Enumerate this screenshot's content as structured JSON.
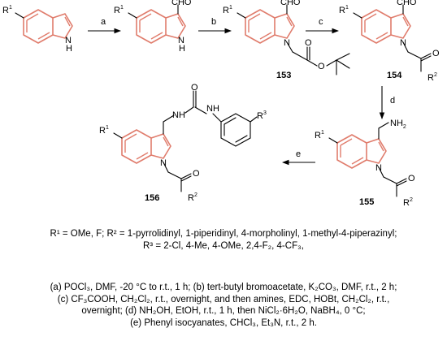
{
  "scheme": {
    "steps": [
      "a",
      "b",
      "c",
      "d",
      "e"
    ],
    "compounds": [
      "153",
      "154",
      "155",
      "156"
    ],
    "atoms": {
      "r1": "R",
      "r1_sup": "1",
      "r2": "R",
      "r2_sup": "2",
      "r3": "R",
      "r3_sup": "3",
      "nh": "N",
      "h": "H",
      "cho": "CHO",
      "n": "N",
      "o": "O",
      "nh2": "NH",
      "nh2_sub": "2",
      "nh_amide": "NH"
    }
  },
  "substituents": [
    "R¹ = OMe, F; R² = 1-pyrrolidinyl, 1-piperidinyl, 4-morpholinyl, 1-methyl-4-piperazinyl;",
    "R³ = 2-Cl, 4-Me, 4-OMe, 2,4-F₂, 4-CF₃,"
  ],
  "conditions": [
    "(a) POCl₃, DMF, -20 °C to r.t., 1 h; (b) tert-butyl bromoacetate, K₂CO₃, DMF, r.t., 2 h;",
    "(c) CF₃COOH, CH₂Cl₂, r.t., overnight, and then amines, EDC, HOBt, CH₂Cl₂, r.t.,",
    "overnight; (d) NH₂OH, EtOH, r.t., 1 h, then NiCl₂·6H₂O, NaBH₄, 0 °C;",
    "(e) Phenyl isocyanates, CHCl₃, Et₃N, r.t., 2 h."
  ],
  "colors": {
    "ring": "#e07c6c",
    "ink": "#000000"
  }
}
